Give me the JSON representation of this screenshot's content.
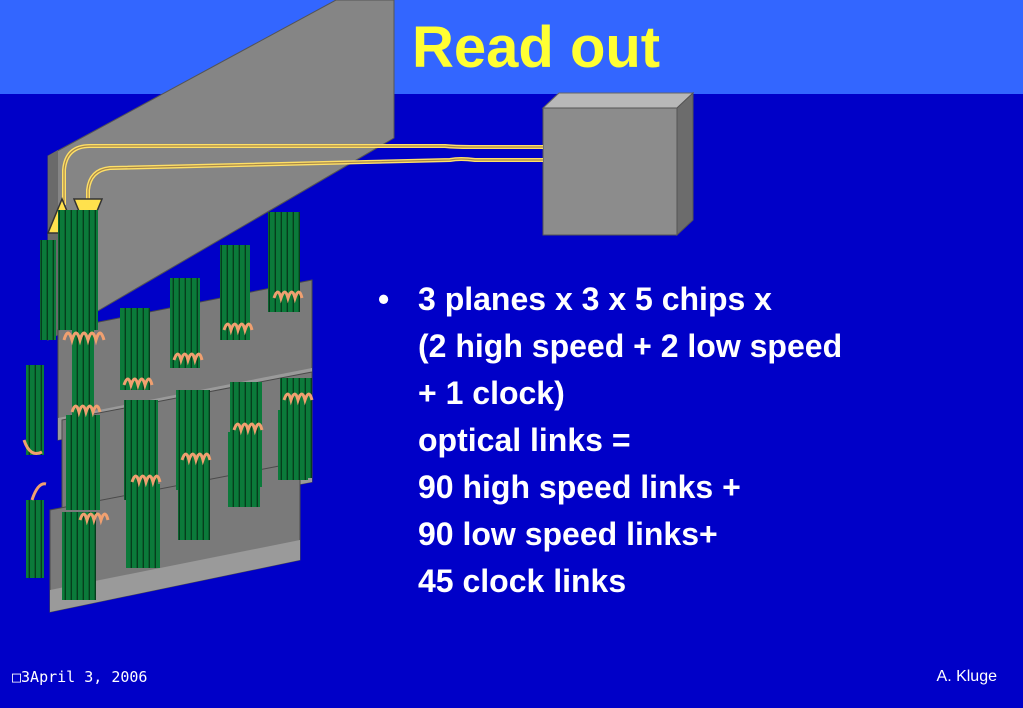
{
  "title": "Read out",
  "bullet": {
    "symbol": "•",
    "lines": [
      "3 planes x 3 x 5 chips x",
      "(2 high speed + 2 low speed",
      "+ 1 clock)",
      "optical links =",
      "90 high speed links +",
      "90 low speed links+",
      "45 clock links"
    ]
  },
  "footer": {
    "date": "□3April 3, 2006",
    "author": "A. Kluge"
  },
  "colors": {
    "background": "#0000c8",
    "top_band": "#3366ff",
    "title": "#ffff33",
    "panel_gray": "#808080",
    "chip_green": "#0b7a3a",
    "fiber_yellow": "#ffe066",
    "coil_orange": "#f0a070"
  }
}
